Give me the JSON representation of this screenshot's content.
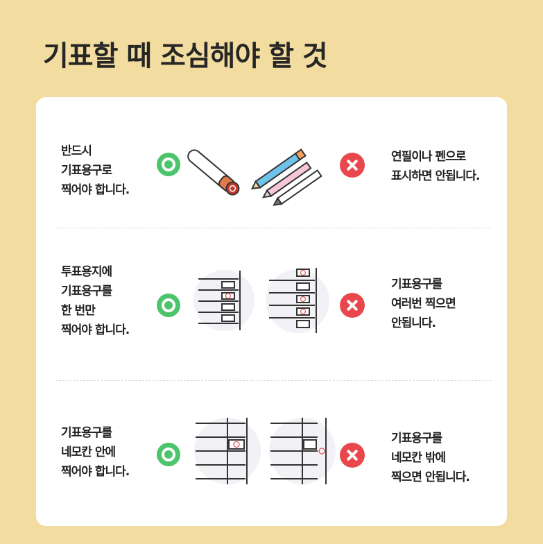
{
  "title": "기표할 때 조심해야 할 것",
  "colors": {
    "background": "#f2dc9f",
    "card": "#ffffff",
    "ok_green": "#4cc46c",
    "no_red": "#e8484d"
  },
  "rows": [
    {
      "do_text": "반드시\n기표용구로\n찍어야 합니다.",
      "ok_icon": "check-circle-icon",
      "illustration_ok": "stamp-tool",
      "illustration_no": "pencils-and-pen",
      "no_icon": "x-circle-icon",
      "dont_text": "연필이나 펜으로\n표시하면 안됩니다."
    },
    {
      "do_text": "투표용지에\n기표용구를\n한 번만\n찍어야 합니다.",
      "ok_icon": "check-circle-icon",
      "illustration_ok": "ballot-single-stamp",
      "illustration_no": "ballot-multiple-stamps",
      "no_icon": "x-circle-icon",
      "dont_text": "기표용구를\n여러번 찍으면\n안됩니다."
    },
    {
      "do_text": "기표용구를\n네모칸 안에\n찍어야 합니다.",
      "ok_icon": "check-circle-icon",
      "illustration_ok": "ballot-stamp-inside-box",
      "illustration_no": "ballot-stamp-outside-box",
      "no_icon": "x-circle-icon",
      "dont_text": "기표용구를\n네모칸 밖에\n찍으면 안됩니다."
    }
  ]
}
